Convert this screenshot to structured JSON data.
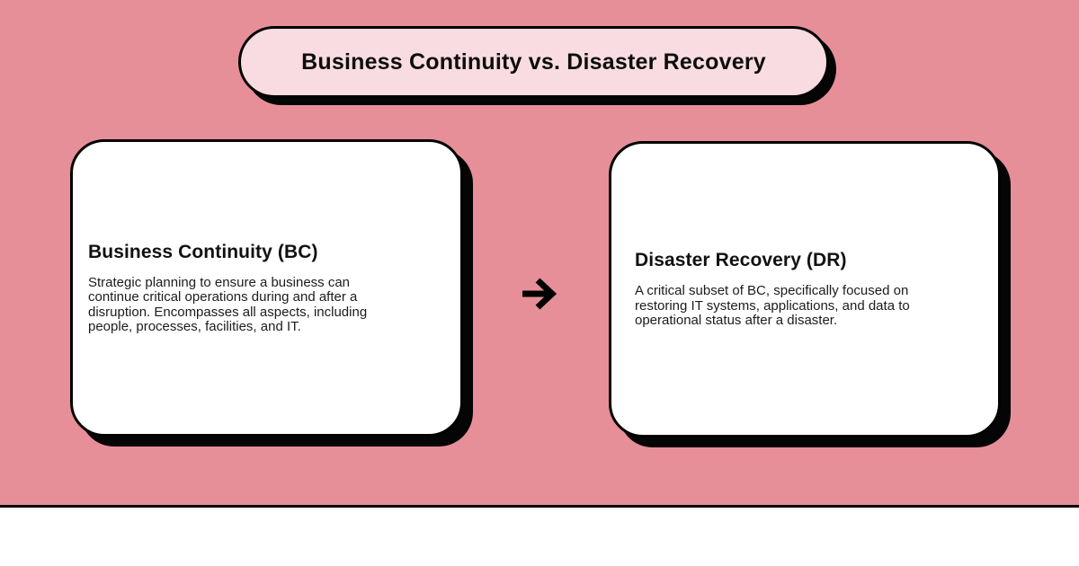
{
  "page": {
    "background_color": "#e78f99",
    "accent_color": "#000000"
  },
  "title_banner": {
    "label": "Business Continuity vs. Disaster Recovery",
    "background_color": "#f9dce1"
  },
  "cards": [
    {
      "title": "Business Continuity (BC)",
      "body": "Strategic planning to ensure a business can\ncontinue critical operations during and after a\ndisruption. Encompasses all aspects, including\npeople, processes, facilities, and IT."
    },
    {
      "title": "Disaster Recovery (DR)",
      "body": "A critical subset of BC, specifically focused on\nrestoring IT systems, applications, and data to\noperational status after a disaster."
    }
  ],
  "connector": {
    "icon": "arrow-right-icon",
    "color": "#000000"
  },
  "footer": {
    "background_color": "#ffffff",
    "divider_color": "#000000"
  }
}
